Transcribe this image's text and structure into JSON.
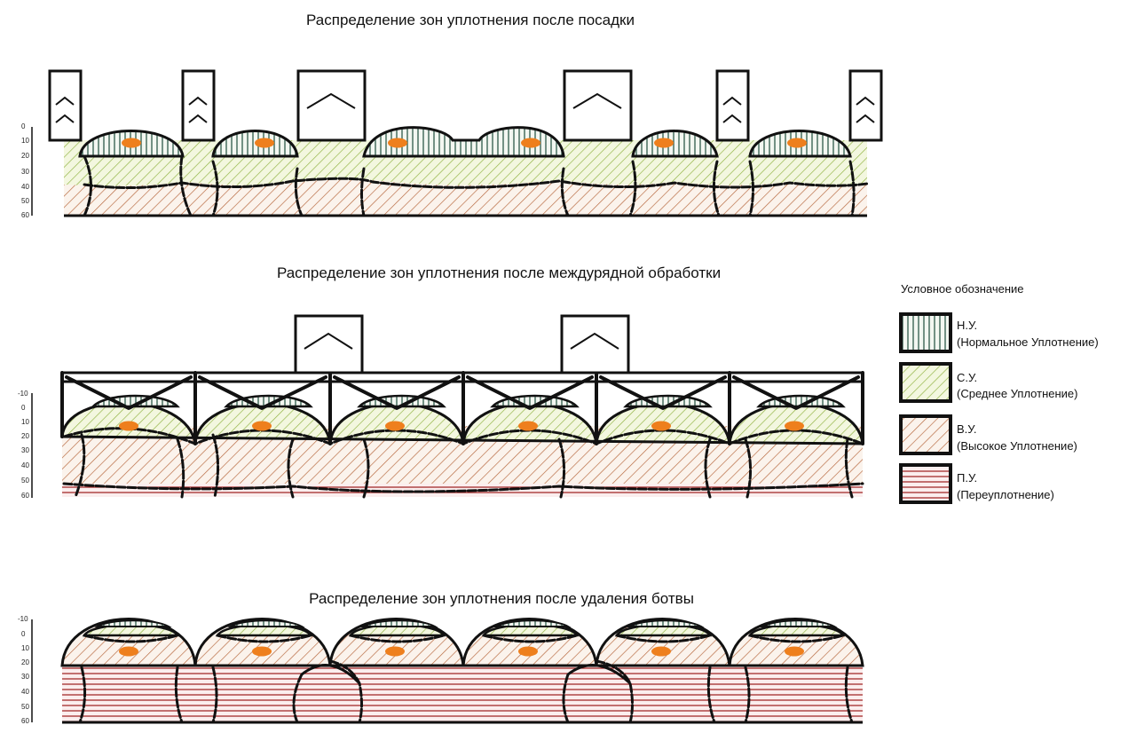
{
  "panels": [
    {
      "title": "Распределение зон уплотнения после посадки",
      "ticks": [
        "0",
        "10",
        "20",
        "30",
        "40",
        "50",
        "60"
      ]
    },
    {
      "title": "Распределение зон уплотнения после междурядной обработки",
      "ticks": [
        "-10",
        "0",
        "10",
        "20",
        "30",
        "40",
        "50",
        "60"
      ]
    },
    {
      "title": "Распределение зон уплотнения после удаления ботвы",
      "ticks": [
        "-10",
        "0",
        "10",
        "20",
        "30",
        "40",
        "50",
        "60"
      ]
    }
  ],
  "legend": {
    "title": "Условное обозначение",
    "items": [
      {
        "abbr": "Н.У.",
        "name": "(Нормальное Уплотнение)",
        "pattern": "vertical",
        "color": "#2e5a4a"
      },
      {
        "abbr": "С.У.",
        "name": "(Среднее Уплотнение)",
        "pattern": "diag-green",
        "color": "#8fb240"
      },
      {
        "abbr": "В.У.",
        "name": "(Высокое Уплотнение)",
        "pattern": "diag-brown",
        "color": "#a0522d"
      },
      {
        "abbr": "П.У.",
        "name": "(Переуплотнение)",
        "pattern": "horizontal",
        "color": "#9b1c1c"
      }
    ]
  }
}
